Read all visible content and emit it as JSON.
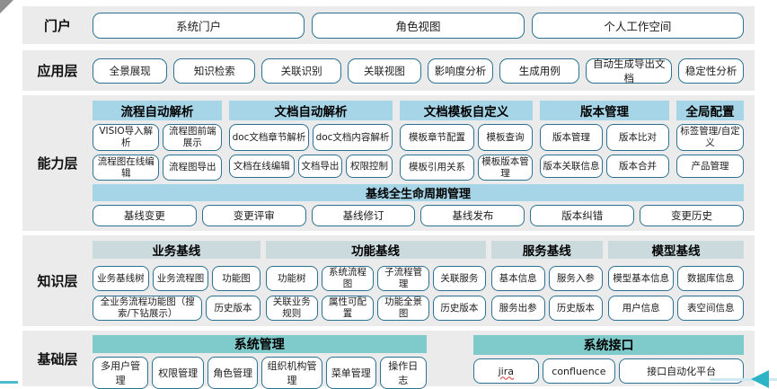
{
  "colors": {
    "row_background": "#ebebeb",
    "button_border": "#2b7291",
    "capability_header": "#a5d5e7",
    "knowledge_header": "#cbdbdd",
    "foundation_header": "#7fcacb",
    "arrow_accent": "#2fb3c6"
  },
  "portal": {
    "label": "门户",
    "buttons": [
      "系统门户",
      "角色视图",
      "个人工作空间"
    ]
  },
  "app": {
    "label": "应用层",
    "buttons": [
      "全景展现",
      "知识检索",
      "关联识别",
      "关联视图",
      "影响度分析",
      "生成用例",
      "自动生成导出文档",
      "稳定性分析"
    ]
  },
  "capability": {
    "label": "能力层",
    "groups": [
      {
        "header": "流程自动解析",
        "row1": [
          "VISIO导入解析",
          "流程图前端展示"
        ],
        "row2": [
          "流程图在线编辑",
          "流程图导出"
        ]
      },
      {
        "header": "文档自动解析",
        "row1": [
          "doc文档章节解析",
          "doc文档内容解析"
        ],
        "row2": [
          "文档在线编辑",
          "文档导出",
          "权限控制"
        ]
      },
      {
        "header": "文档模板自定义",
        "row1": [
          "模板章节配置",
          "模板查询"
        ],
        "row2": [
          "模板引用关系",
          "模板版本管理"
        ]
      },
      {
        "header": "版本管理",
        "row1": [
          "版本管理",
          "版本比对"
        ],
        "row2": [
          "版本关联信息",
          "版本合并"
        ]
      },
      {
        "header": "全局配置",
        "row1": [
          "标签管理/自定义"
        ],
        "row2": [
          "产品管理"
        ]
      }
    ],
    "baseline": {
      "header": "基线全生命周期管理",
      "buttons": [
        "基线变更",
        "变更评审",
        "基线修订",
        "基线发布",
        "版本纠错",
        "变更历史"
      ]
    }
  },
  "knowledge": {
    "label": "知识层",
    "groups": [
      {
        "header": "业务基线",
        "row1": [
          "业务基线树",
          "业务流程图",
          "功能图"
        ],
        "row2": [
          "全业务流程功能图（搜索/下钻展示）",
          "历史版本"
        ]
      },
      {
        "header": "功能基线",
        "row1": [
          "功能树",
          "系统流程图",
          "子流程管理",
          "关联服务"
        ],
        "row2": [
          "关联业务规则",
          "属性可配置",
          "功能全景图",
          "历史版本"
        ]
      },
      {
        "header": "服务基线",
        "row1": [
          "基本信息",
          "服务入参"
        ],
        "row2": [
          "服务出参",
          "历史版本"
        ]
      },
      {
        "header": "模型基线",
        "row1": [
          "模型基本信息",
          "数据库信息"
        ],
        "row2": [
          "用户信息",
          "表空间信息"
        ]
      }
    ]
  },
  "foundation": {
    "label": "基础层",
    "groups": [
      {
        "header": "系统管理",
        "row1": [
          "多用户管理",
          "权限管理",
          "角色管理",
          "组织机构管理",
          "菜单管理",
          "操作日志"
        ]
      },
      {
        "header": "系统接口",
        "row1": [
          "jira",
          "confluence",
          "接口自动化平台"
        ]
      }
    ]
  }
}
